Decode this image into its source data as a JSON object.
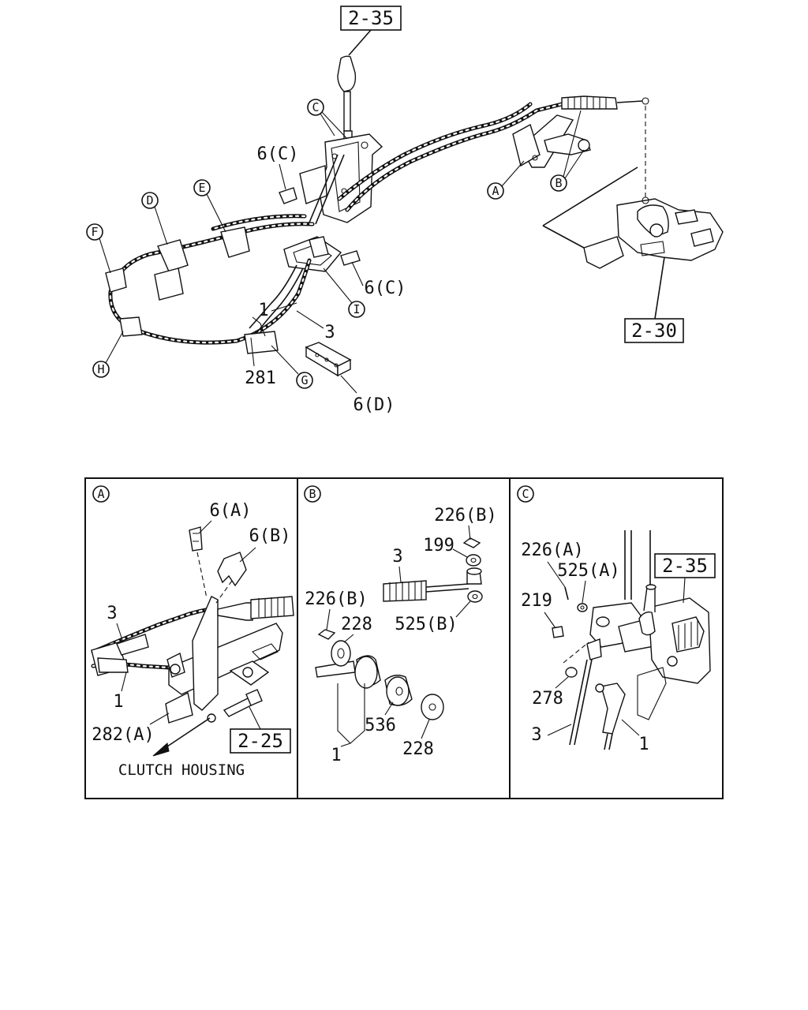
{
  "refs": {
    "shift_lever_top": "2-35",
    "transmission": "2-30",
    "clutch_housing_bolt": "2-25",
    "shift_lever_detail": "2-35"
  },
  "callouts": {
    "A": "A",
    "B": "B",
    "C": "C",
    "D": "D",
    "E": "E",
    "F": "F",
    "G": "G",
    "H": "H",
    "I": "I"
  },
  "main_labels": {
    "p1": "1",
    "p3": "3",
    "p281": "281",
    "p6C_upper": "6(C)",
    "p6C_lower": "6(C)",
    "p6D": "6(D)"
  },
  "panel_a": {
    "tag": "A",
    "p6A": "6(A)",
    "p6B": "6(B)",
    "p3": "3",
    "p1": "1",
    "p282A": "282(A)",
    "note": "CLUTCH HOUSING"
  },
  "panel_b": {
    "tag": "B",
    "p226B_top": "226(B)",
    "p199": "199",
    "p3": "3",
    "p226B_left": "226(B)",
    "p228_top": "228",
    "p525B": "525(B)",
    "p536": "536",
    "p228_bottom": "228",
    "p1": "1"
  },
  "panel_c": {
    "tag": "C",
    "p226A": "226(A)",
    "p525A": "525(A)",
    "p219": "219",
    "p278": "278",
    "p3": "3",
    "p1": "1"
  }
}
